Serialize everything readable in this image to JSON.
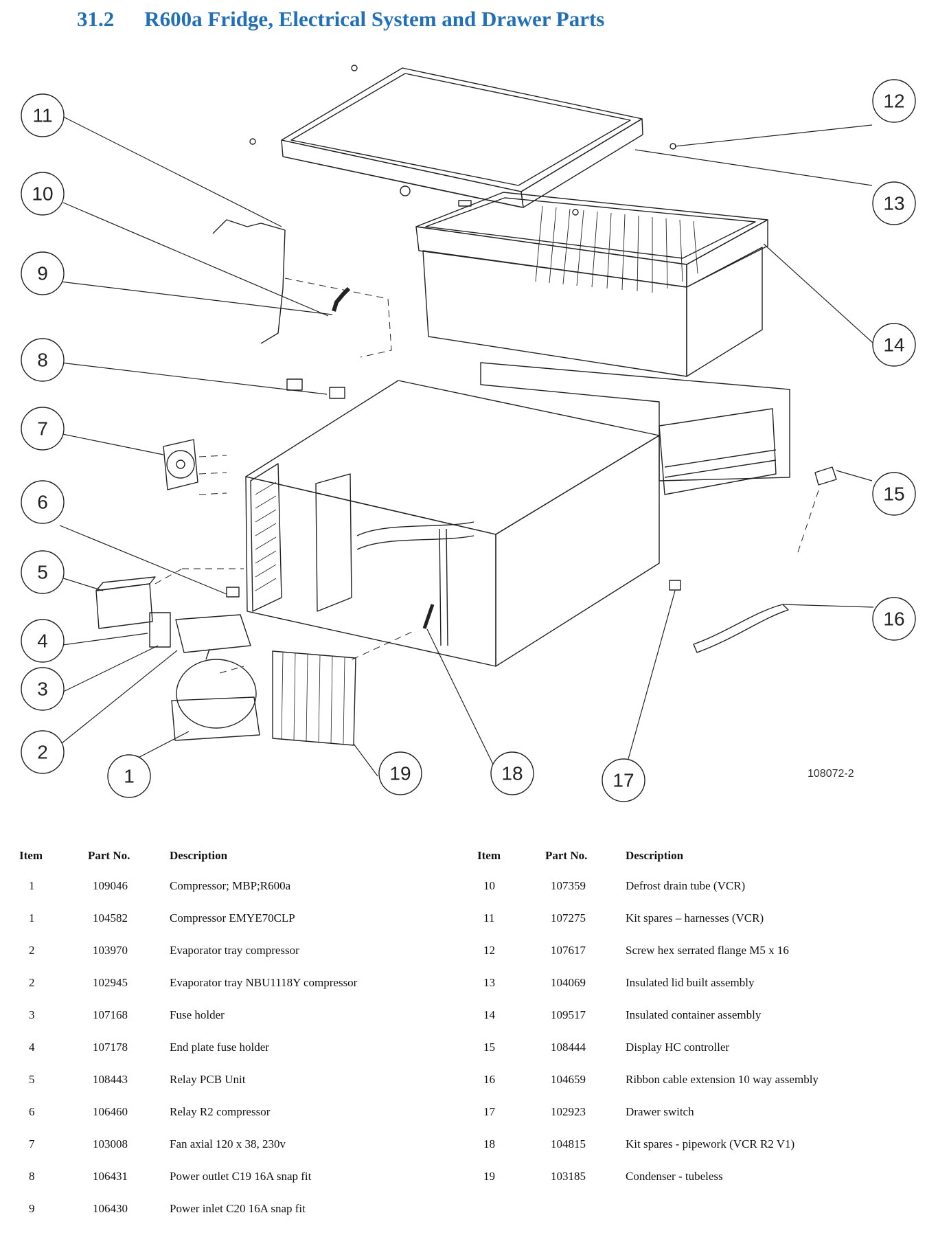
{
  "heading": {
    "section": "31.2",
    "title": "R600a Fridge, Electrical System and Drawer Parts"
  },
  "figure": {
    "drawing_id": "108072-2",
    "callouts": [
      "1",
      "2",
      "3",
      "4",
      "5",
      "6",
      "7",
      "8",
      "9",
      "10",
      "11",
      "12",
      "13",
      "14",
      "15",
      "16",
      "17",
      "18",
      "19"
    ]
  },
  "table": {
    "headers": {
      "item": "Item",
      "part_no": "Part No.",
      "description": "Description"
    },
    "left_rows": [
      {
        "item": "1",
        "part_no": "109046",
        "description": "Compressor; MBP;R600a"
      },
      {
        "item": "1",
        "part_no": "104582",
        "description": "Compressor EMYE70CLP"
      },
      {
        "item": "2",
        "part_no": "103970",
        "description": "Evaporator tray compressor"
      },
      {
        "item": "2",
        "part_no": "102945",
        "description": "Evaporator tray NBU1118Y compressor"
      },
      {
        "item": "3",
        "part_no": "107168",
        "description": "Fuse holder"
      },
      {
        "item": "4",
        "part_no": "107178",
        "description": "End plate fuse holder"
      },
      {
        "item": "5",
        "part_no": "108443",
        "description": "Relay PCB Unit"
      },
      {
        "item": "6",
        "part_no": "106460",
        "description": "Relay R2 compressor"
      },
      {
        "item": "7",
        "part_no": "103008",
        "description": "Fan axial 120 x 38, 230v"
      },
      {
        "item": "8",
        "part_no": "106431",
        "description": "Power outlet C19 16A snap fit"
      },
      {
        "item": "9",
        "part_no": "106430",
        "description": "Power inlet C20 16A snap fit"
      }
    ],
    "right_rows": [
      {
        "item": "10",
        "part_no": "107359",
        "description": "Defrost drain tube (VCR)"
      },
      {
        "item": "11",
        "part_no": "107275",
        "description": "Kit spares – harnesses (VCR)"
      },
      {
        "item": "12",
        "part_no": "107617",
        "description": "Screw hex serrated flange M5 x 16"
      },
      {
        "item": "13",
        "part_no": "104069",
        "description": "Insulated lid built assembly"
      },
      {
        "item": "14",
        "part_no": "109517",
        "description": "Insulated container assembly"
      },
      {
        "item": "15",
        "part_no": "108444",
        "description": "Display HC controller"
      },
      {
        "item": "16",
        "part_no": "104659",
        "description": "Ribbon cable extension 10 way assembly"
      },
      {
        "item": "17",
        "part_no": "102923",
        "description": "Drawer switch"
      },
      {
        "item": "18",
        "part_no": "104815",
        "description": "Kit spares - pipework (VCR R2 V1)"
      },
      {
        "item": "19",
        "part_no": "103185",
        "description": "Condenser - tubeless"
      }
    ]
  }
}
